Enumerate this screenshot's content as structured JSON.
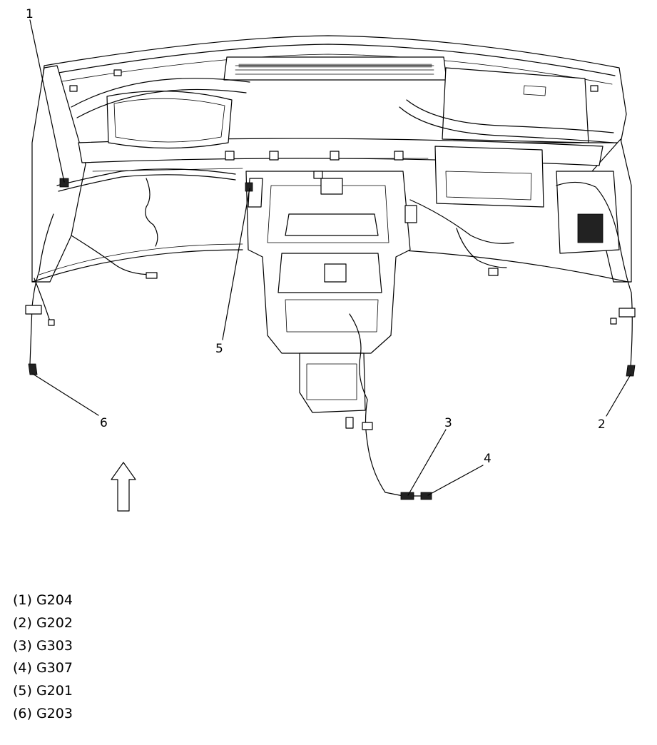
{
  "callouts": [
    {
      "number": "1",
      "code": "G204"
    },
    {
      "number": "2",
      "code": "G202"
    },
    {
      "number": "3",
      "code": "G303"
    },
    {
      "number": "4",
      "code": "G307"
    },
    {
      "number": "5",
      "code": "G201"
    },
    {
      "number": "6",
      "code": "G203"
    }
  ],
  "legend": [
    "(1) G204",
    "(2) G202",
    "(3) G303",
    "(4) G307",
    "(5) G201",
    "(6) G203"
  ],
  "icons": {
    "orientation_arrow": "up-arrow-icon"
  }
}
